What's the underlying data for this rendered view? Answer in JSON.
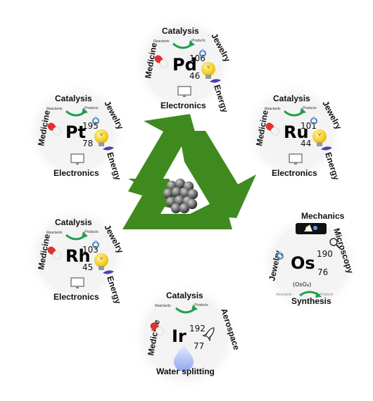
{
  "colors": {
    "arrow_green": "#3f8a1e",
    "catalysis_arrow": "#1e9e4a",
    "bulb_yellow": "#ffd820",
    "pill_red": "#e03030",
    "os_gray": "#9a9a9a"
  },
  "elements": [
    {
      "id": "pd",
      "symbol": "Pd",
      "mass": "106",
      "number": "46",
      "catalysis": "Catalysis",
      "medicine": "Medicine",
      "jewelry": "Jewelry",
      "energy": "Energy",
      "electronics": "Electronics",
      "reactants": "Reactants",
      "products": "Products"
    },
    {
      "id": "pt",
      "symbol": "Pt",
      "mass": "195",
      "number": "78",
      "catalysis": "Catalysis",
      "medicine": "Medicine",
      "jewelry": "Jewelry",
      "energy": "Energy",
      "electronics": "Electronics",
      "reactants": "Reactants",
      "products": "Products"
    },
    {
      "id": "ru",
      "symbol": "Ru",
      "mass": "101",
      "number": "44",
      "catalysis": "Catalysis",
      "medicine": "Medicine",
      "jewelry": "Jewelry",
      "energy": "Energy",
      "electronics": "Electronics",
      "reactants": "Reactants",
      "products": "Products"
    },
    {
      "id": "rh",
      "symbol": "Rh",
      "mass": "103",
      "number": "45",
      "catalysis": "Catalysis",
      "medicine": "Medicine",
      "jewelry": "Jewelry",
      "energy": "Energy",
      "electronics": "Electronics",
      "reactants": "Reactants",
      "products": "Products"
    }
  ],
  "osmium": {
    "symbol": "Os",
    "mass": "190",
    "number": "76",
    "mechanics": "Mechanics",
    "microscopy": "Microscopy",
    "jewelry": "Jewelry",
    "synthesis": "Synthesis",
    "oso4": "(OsO₄)",
    "reactants": "Reactants",
    "products": "Products"
  },
  "iridium": {
    "symbol": "Ir",
    "mass": "192",
    "number": "77",
    "catalysis": "Catalysis",
    "medicine": "Medicine",
    "aerospace": "Aerospace",
    "water_splitting": "Water splitting",
    "reactants": "Reactants",
    "products": "Products"
  }
}
